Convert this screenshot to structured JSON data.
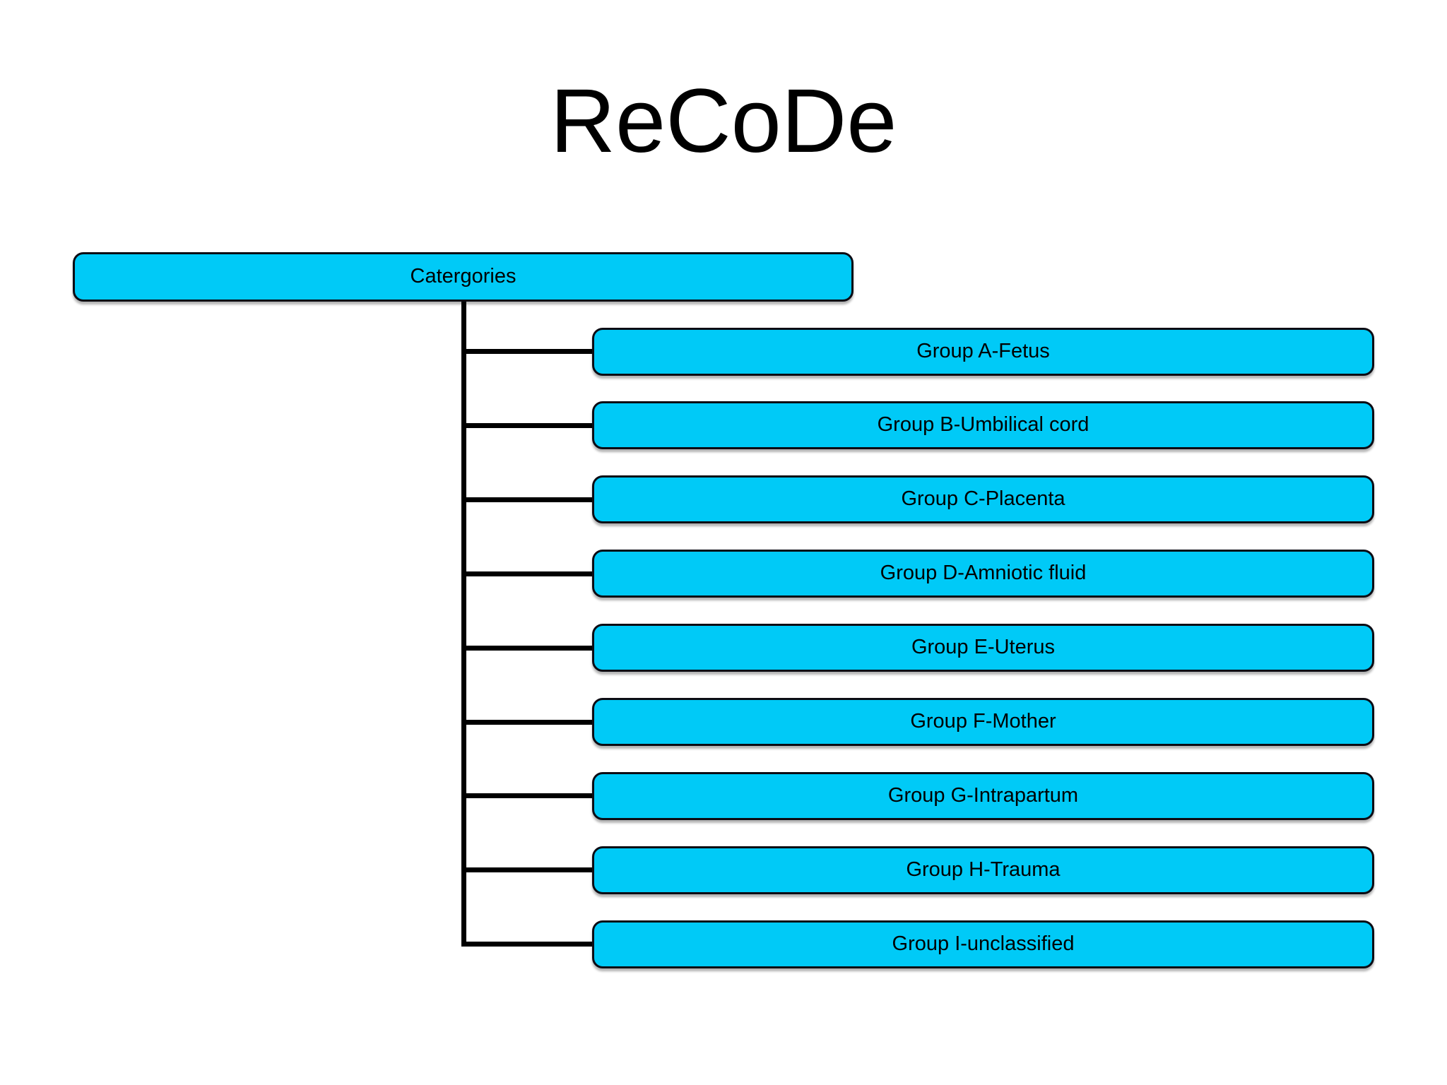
{
  "title": "ReCoDe",
  "root": {
    "label": "Catergories"
  },
  "groups": [
    {
      "label": "Group A-Fetus"
    },
    {
      "label": "Group B-Umbilical cord"
    },
    {
      "label": "Group C-Placenta"
    },
    {
      "label": "Group D-Amniotic fluid"
    },
    {
      "label": "Group E-Uterus"
    },
    {
      "label": "Group F-Mother"
    },
    {
      "label": "Group G-Intrapartum"
    },
    {
      "label": "Group H-Trauma"
    },
    {
      "label": "Group I-unclassified"
    }
  ],
  "colors": {
    "background": "#ffffff",
    "box_fill": "#00caf7",
    "box_border": "#0c0c14",
    "connector": "#000000",
    "text": "#000000",
    "title_text": "#000000"
  }
}
